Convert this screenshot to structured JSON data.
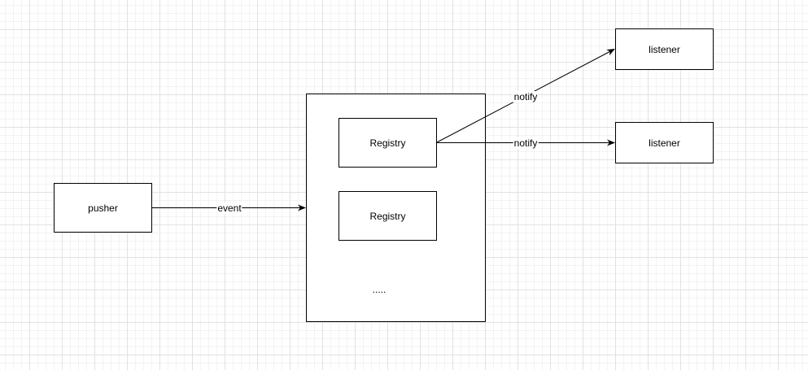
{
  "nodes": {
    "pusher": "pusher",
    "registry_1": "Registry",
    "registry_2": "Registry",
    "more": ".....",
    "listener_1": "listener",
    "listener_2": "listener"
  },
  "edges": {
    "event": "event",
    "notify_1": "notify",
    "notify_2": "notify"
  },
  "colors": {
    "stroke": "#000000",
    "background": "#ffffff",
    "grid": "#e2e2e2"
  }
}
